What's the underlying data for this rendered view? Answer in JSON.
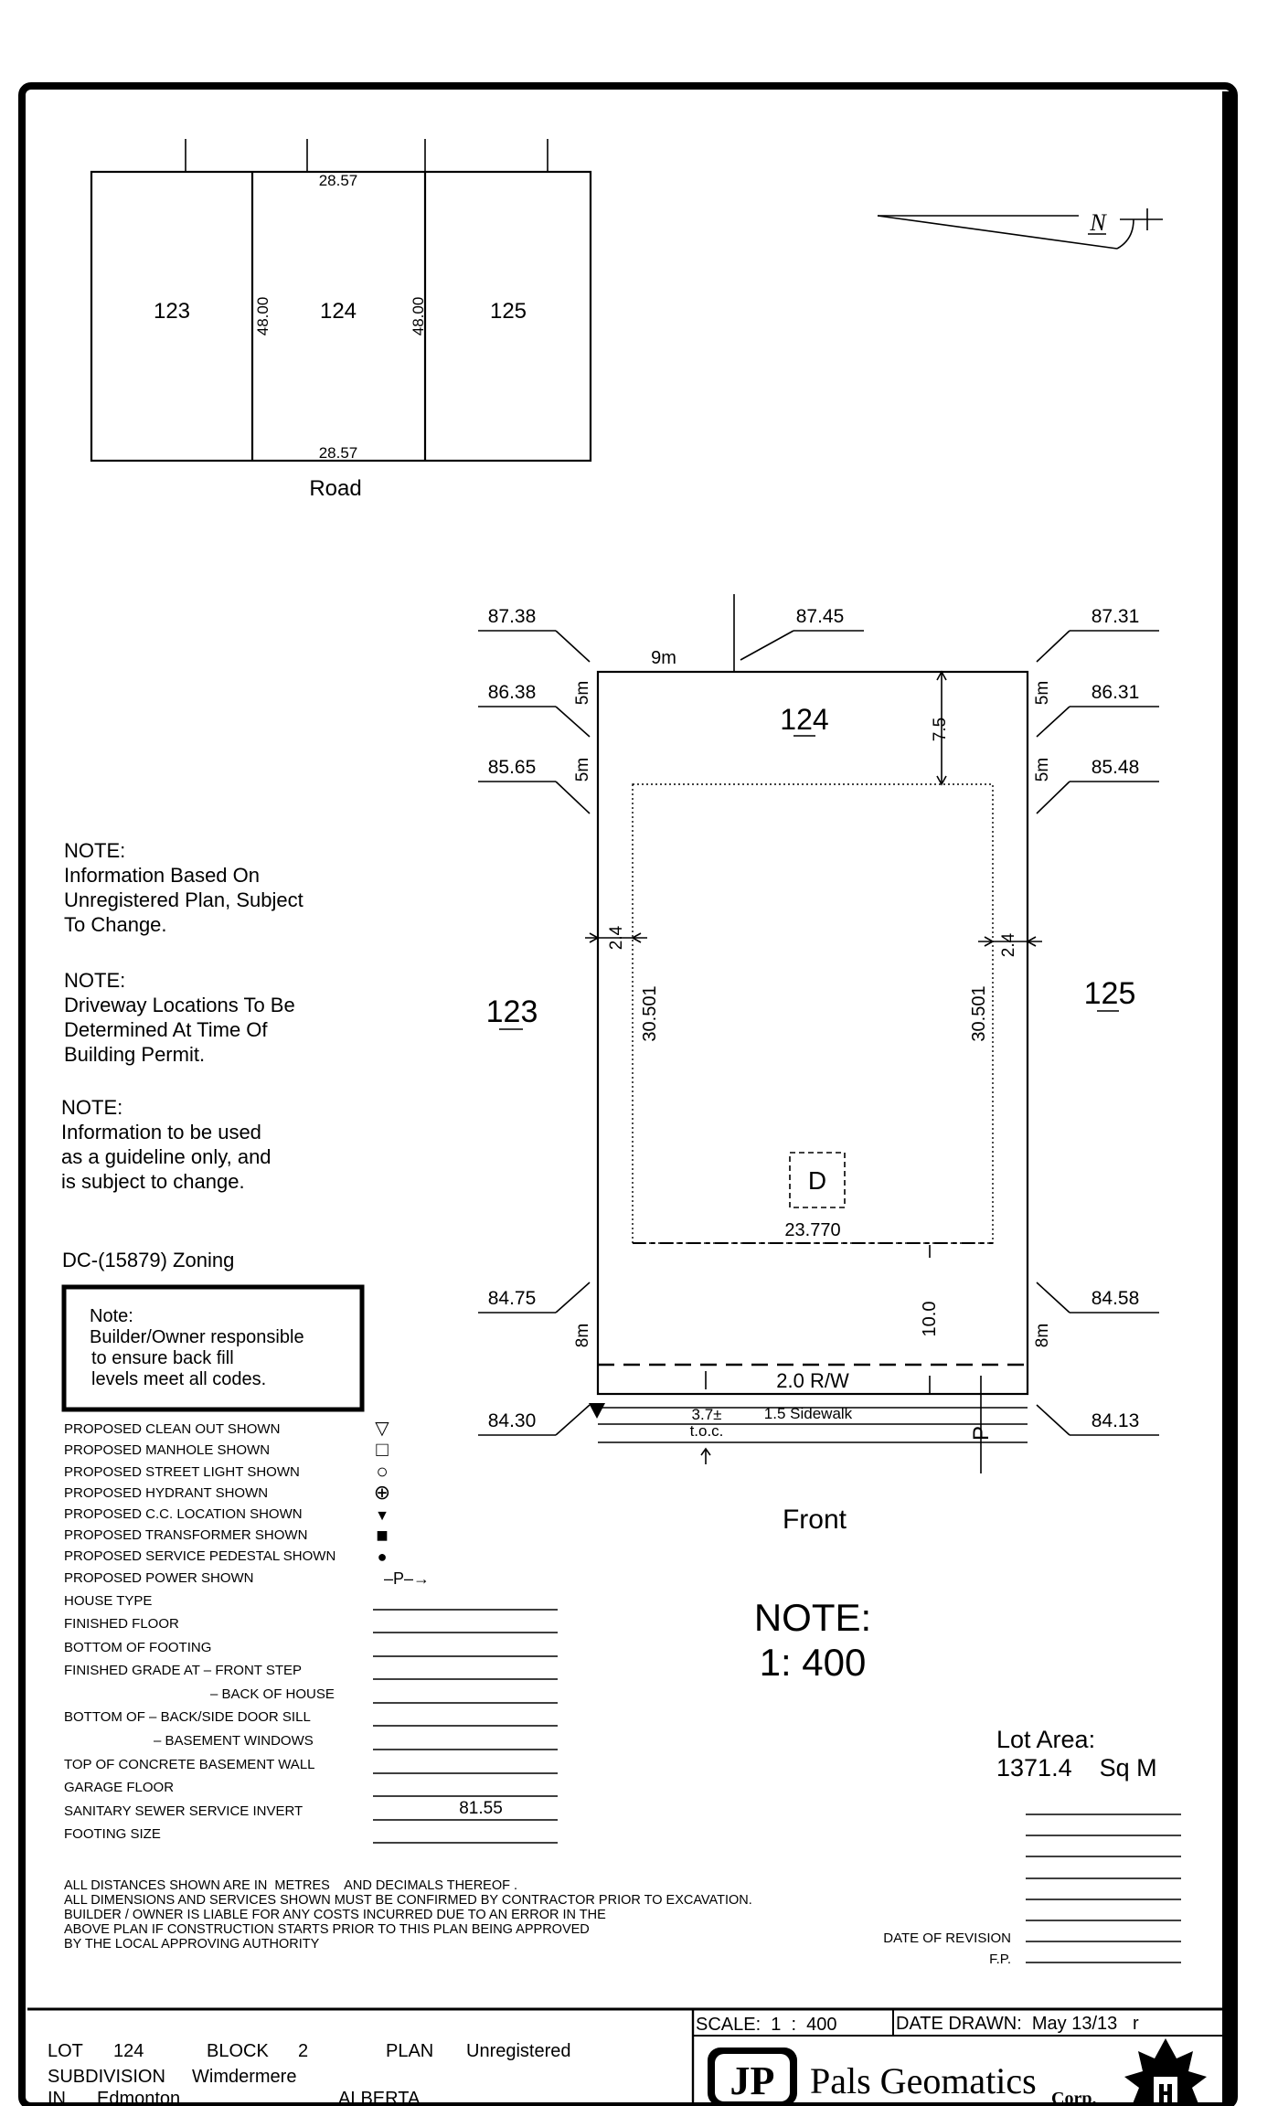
{
  "key_plan": {
    "lots": [
      "123",
      "124",
      "125"
    ],
    "top_dim": "28.57",
    "bottom_dim": "28.57",
    "side_dim_left": "48.00",
    "side_dim_right": "48.00",
    "road_label": "Road"
  },
  "site_plan": {
    "lot_label": "124",
    "left_lot": "123",
    "right_lot": "125",
    "width_label": "9m",
    "setback_top": "7.5",
    "side_setback_left": "2.4",
    "side_setback_right": "2.4",
    "depth_left": "30.501",
    "depth_right": "30.501",
    "width_dim": "23.770",
    "front_setback": "10.0",
    "row_label": "2.0 R/W",
    "sidewalk_label": "1.5 Sidewalk",
    "toc_top": "3.7±",
    "toc_bottom": "t.o.c.",
    "garage_label": "D",
    "power_label": "P",
    "side_5m_1": "5m",
    "side_5m_2": "5m",
    "side_8m": "8m",
    "front_label": "Front",
    "elevations": {
      "left": [
        "87.38",
        "86.38",
        "85.65",
        "84.75",
        "84.30"
      ],
      "center": "87.45",
      "right": [
        "87.31",
        "86.31",
        "85.48",
        "84.58",
        "84.13"
      ]
    }
  },
  "notes": [
    {
      "title": "NOTE:",
      "lines": [
        "Information Based On",
        "Unregistered Plan, Subject",
        "To Change."
      ]
    },
    {
      "title": "NOTE:",
      "lines": [
        "Driveway Locations To Be",
        "Determined At Time Of",
        "Building Permit."
      ]
    },
    {
      "title": "NOTE:",
      "lines": [
        "Information to be used",
        "as a guideline only, and",
        "is subject to change."
      ]
    }
  ],
  "zoning": "DC-(15879) Zoning",
  "builder_note": [
    "Note:",
    "Builder/Owner responsible",
    "to ensure back fill",
    "levels meet all codes."
  ],
  "legend": [
    {
      "label": "PROPOSED CLEAN OUT SHOWN",
      "icon": "triangle-down-outline-icon",
      "glyph": "▽"
    },
    {
      "label": "PROPOSED MANHOLE SHOWN",
      "icon": "square-outline-icon",
      "glyph": "□"
    },
    {
      "label": "PROPOSED STREET LIGHT SHOWN",
      "icon": "circle-outline-icon",
      "glyph": "○"
    },
    {
      "label": "PROPOSED HYDRANT SHOWN",
      "icon": "circle-cross-icon",
      "glyph": "⊕"
    },
    {
      "label": "PROPOSED C.C. LOCATION SHOWN",
      "icon": "triangle-down-filled-icon",
      "glyph": "▼"
    },
    {
      "label": "PROPOSED TRANSFORMER SHOWN",
      "icon": "square-filled-icon",
      "glyph": "■"
    },
    {
      "label": "PROPOSED SERVICE PEDESTAL SHOWN",
      "icon": "circle-filled-icon",
      "glyph": "●"
    },
    {
      "label": "PROPOSED POWER SHOWN",
      "icon": "power-line-icon",
      "glyph": "–P–→"
    }
  ],
  "form_fields": [
    {
      "label": "HOUSE TYPE",
      "value": ""
    },
    {
      "label": "FINISHED FLOOR",
      "value": ""
    },
    {
      "label": "BOTTOM OF FOOTING",
      "value": ""
    },
    {
      "label": "FINISHED GRADE AT – FRONT STEP",
      "value": ""
    },
    {
      "label": "– BACK OF HOUSE",
      "value": ""
    },
    {
      "label": "BOTTOM OF – BACK/SIDE DOOR SILL",
      "value": ""
    },
    {
      "label": "– BASEMENT WINDOWS",
      "value": ""
    },
    {
      "label": "TOP OF CONCRETE BASEMENT WALL",
      "value": ""
    },
    {
      "label": "GARAGE FLOOR",
      "value": ""
    },
    {
      "label": "SANITARY SEWER SERVICE INVERT",
      "value": "81.55"
    },
    {
      "label": "FOOTING SIZE",
      "value": ""
    }
  ],
  "scale_note": [
    "NOTE:",
    "1: 400"
  ],
  "lot_area": [
    "Lot Area:",
    "1371.4    Sq M"
  ],
  "revision": {
    "date_label": "DATE OF REVISION",
    "fp_label": "F.P."
  },
  "disclaimer": [
    "ALL DISTANCES SHOWN ARE IN  METRES    AND DECIMALS THEREOF .",
    "ALL DIMENSIONS AND SERVICES SHOWN MUST BE CONFIRMED BY CONTRACTOR PRIOR TO EXCAVATION.",
    "BUILDER / OWNER IS LIABLE FOR ANY COSTS INCURRED DUE TO AN ERROR IN THE",
    "ABOVE PLAN IF CONSTRUCTION STARTS PRIOR TO THIS PLAN BEING APPROVED",
    "BY THE LOCAL APPROVING AUTHORITY"
  ],
  "title_block": {
    "lot_label": "LOT",
    "lot_value": "124",
    "block_label": "BLOCK",
    "block_value": "2",
    "plan_label": "PLAN",
    "plan_value": "Unregistered",
    "subdivision_label": "SUBDIVISION",
    "subdivision_value": "Wimdermere",
    "in_label": "IN",
    "in_value": "Edmonton",
    "province": "ALBERTA",
    "scale": "SCALE:  1  :  400",
    "date_drawn": "DATE DRAWN:  May 13/13   r",
    "company": "Pals Geomatics",
    "company_suffix": "Corp.",
    "logo_letters": "JP"
  }
}
